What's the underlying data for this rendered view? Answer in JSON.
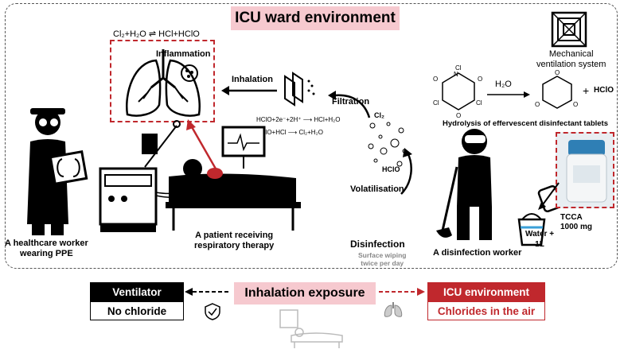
{
  "title": "ICU ward environment",
  "equations": {
    "top": "Cl₂+H₂O ⇌ HCl+HClO",
    "reduction": "HClO+2e⁻+2H⁺ ⟶ HCl+H₂O",
    "formation": "HClO+HCl ⟶ Cl₂+H₂O"
  },
  "labels": {
    "inflammation": "Inflammation",
    "inhalation": "Inhalation",
    "filtration": "Filtration",
    "volatilisation": "Volatilisation",
    "cl2": "Cl₂",
    "hclo": "HClO",
    "mechanical_ventilation": "Mechanical\nventilation system",
    "water": "H₂O",
    "hclo_product": "HClO",
    "plus": "+",
    "hydrolysis": "Hydrolysis of effervescent disinfectant tablets",
    "healthcare_worker": "A healthcare worker\nwearing PPE",
    "patient": "A patient receiving\nrespiratory therapy",
    "disinfection": "Disinfection",
    "surface_wiping": "Surface wiping\ntwice per day",
    "disinfection_worker": "A disinfection worker",
    "water_amount": "Water +\n1L",
    "tcca": "TCCA\n1000 mg"
  },
  "bottom": {
    "ventilator": "Ventilator",
    "no_chloride": "No chloride",
    "inhalation_exposure": "Inhalation exposure",
    "icu_environment": "ICU environment",
    "chlorides_air": "Chlorides in the air"
  },
  "colors": {
    "accent_red": "#c0282d",
    "pink": "#f6c9cf",
    "black": "#000000"
  }
}
